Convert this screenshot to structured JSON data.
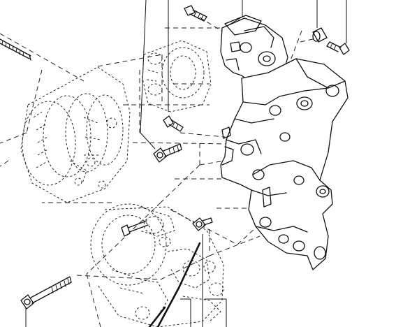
{
  "diagram": {
    "kind": "exploded-parts-view",
    "subject_parts": [
      "alternator",
      "compressor",
      "accessory-bracket",
      "bolts",
      "spacer"
    ],
    "labels_visible": false,
    "background_color": "#ffffff",
    "line_color": "#111111"
  }
}
